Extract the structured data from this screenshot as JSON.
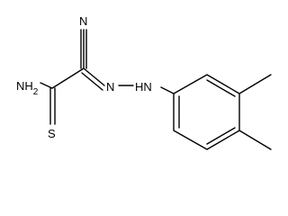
{
  "molecule": {
    "atoms": {
      "n_nitrile": "N",
      "nh2": "NH",
      "nh2_sub": "2",
      "n_azo": "N",
      "hn": "HN",
      "s": "S"
    },
    "colors": {
      "bond": "#000000",
      "label": "#000000",
      "background": "#ffffff"
    }
  }
}
